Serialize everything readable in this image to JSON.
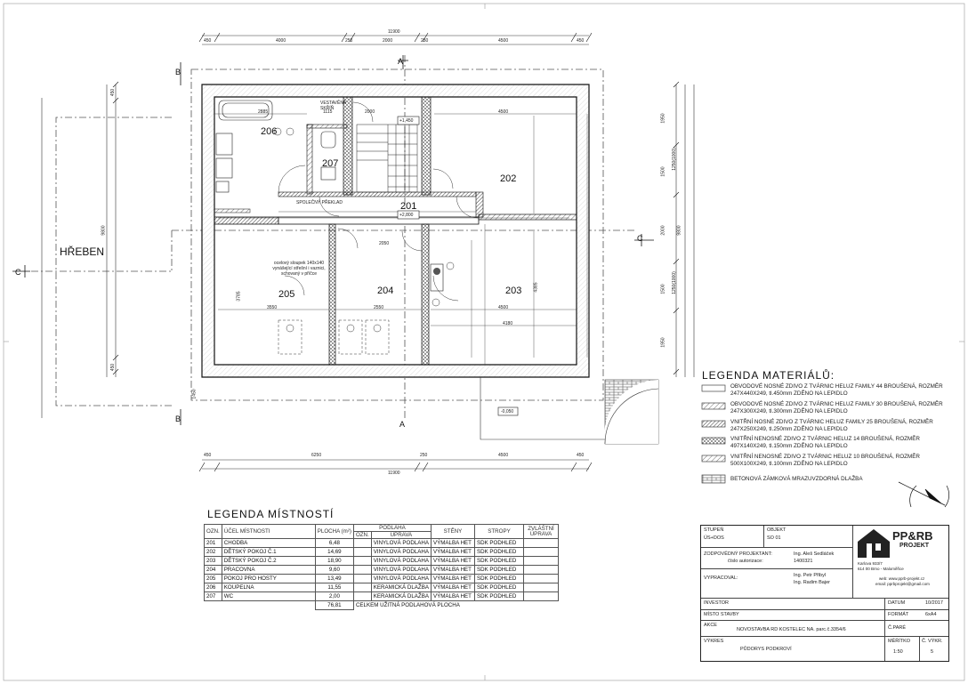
{
  "plan": {
    "ridge_label": "HŘEBEN",
    "section_marks": [
      "A",
      "A",
      "B",
      "B",
      "C",
      "C"
    ],
    "rooms": [
      {
        "num": "201"
      },
      {
        "num": "202"
      },
      {
        "num": "203"
      },
      {
        "num": "204"
      },
      {
        "num": "205"
      },
      {
        "num": "206"
      },
      {
        "num": "207"
      }
    ],
    "levels": {
      "top": "+1,450",
      "main": "+2,800",
      "outside": "-0,050"
    },
    "top_dims": [
      "450",
      "4000",
      "250",
      "2000",
      "250",
      "4500",
      "450"
    ],
    "top_total": "11900",
    "bottom_dims": [
      "450",
      "6250",
      "250",
      "4500",
      "450"
    ],
    "bottom_total": "11900",
    "left_dims": [
      "450",
      "9800",
      "450"
    ],
    "right_dims": [
      "1950",
      "1500",
      "2000",
      "1500",
      "1950"
    ],
    "right_sub": [
      "1250(1000)",
      "1250(1000)"
    ],
    "right_total": "9800",
    "interior_dims": [
      "2885",
      "1115",
      "2000",
      "4500",
      "3550",
      "2550",
      "4500",
      "4180",
      "4385",
      "3785",
      "2050",
      "1450"
    ],
    "notes": {
      "vestavena_skrin": "VESTAVĚNÁ SKŘÍŇ",
      "spolecny_preklad": "SPOLEČNÝ PŘEKLAD",
      "sloupek": "ocelový sloupek 140x140 vynášející střešní i vaznici, schovaný v příčce"
    }
  },
  "materials_legend": {
    "title": "LEGENDA MATERIÁLŮ:",
    "items": [
      {
        "text": "OBVODOVÉ NOSNÉ ZDIVO Z TVÁRNIC HELUZ FAMILY 44 BROUŠENÁ, ROZMĚR 247X440X249, tl.450mm ZDĚNO NA LEPIDLO",
        "pattern": "plain"
      },
      {
        "text": "OBVODOVÉ NOSNÉ ZDIVO Z TVÁRNIC HELUZ FAMILY 30 BROUŠENÁ, ROZMĚR 247X300X249, tl.300mm ZDĚNO NA LEPIDLO",
        "pattern": "hatch-light"
      },
      {
        "text": "VNITŘNÍ NOSNÉ ZDIVO Z TVÁRNIC HELUZ FAMILY 25 BROUŠENÁ, ROZMĚR 247X250X249, tl.250mm ZDĚNO NA LEPIDLO",
        "pattern": "hatch-dense"
      },
      {
        "text": "VNITŘNÍ NENOSNÉ ZDIVO Z TVÁRNIC HELUZ 14 BROUŠENÁ, ROZMĚR 497X140X249, tl.150mm ZDĚNO NA LEPIDLO",
        "pattern": "cross"
      },
      {
        "text": "VNITŘNÍ NENOSNÉ ZDIVO Z TVÁRNIC HELUZ 10 BROUŠENÁ, ROZMĚR 500X100X249, tl.100mm ZDĚNO NA LEPIDLO",
        "pattern": "hatch-light"
      },
      {
        "text": "BETONOVÁ ZÁMKOVÁ MRAZUVZDORNÁ DLAŽBA",
        "pattern": "brick"
      }
    ]
  },
  "rooms_legend": {
    "title": "LEGENDA MÍSTNOSTÍ",
    "headers": {
      "num": "OZN.",
      "purpose": "ÚČEL MÍSTNOSTI",
      "area": "PLOCHA (m²)",
      "floor": "PODLAHA",
      "floor_num": "OZN.",
      "floor_finish": "ÚPRAVA",
      "walls": "STĚNY",
      "ceilings": "STROPY",
      "special": "ZVLÁŠTNÍ ÚPRAVA"
    },
    "rows": [
      {
        "num": "201",
        "purpose": "CHODBA",
        "area": "6,48",
        "floor": "VINYLOVÁ PODLAHA",
        "walls": "VÝMALBA HET",
        "ceiling": "SDK PODHLED"
      },
      {
        "num": "202",
        "purpose": "DĚTSKÝ POKOJ Č.1",
        "area": "14,69",
        "floor": "VINYLOVÁ PODLAHA",
        "walls": "VÝMALBA HET",
        "ceiling": "SDK PODHLED"
      },
      {
        "num": "203",
        "purpose": "DĚTSKÝ POKOJ Č.2",
        "area": "18,90",
        "floor": "VINYLOVÁ PODLAHA",
        "walls": "VÝMALBA HET",
        "ceiling": "SDK PODHLED"
      },
      {
        "num": "204",
        "purpose": "PRACOVNA",
        "area": "9,60",
        "floor": "VINYLOVÁ PODLAHA",
        "walls": "VÝMALBA HET",
        "ceiling": "SDK PODHLED"
      },
      {
        "num": "205",
        "purpose": "POKOJ PRO HOSTY",
        "area": "13,49",
        "floor": "VINYLOVÁ PODLAHA",
        "walls": "VÝMALBA HET",
        "ceiling": "SDK PODHLED"
      },
      {
        "num": "206",
        "purpose": "KOUPELNA",
        "area": "11,55",
        "floor": "KERAMICKÁ DLAŽBA",
        "walls": "VÝMALBA HET",
        "ceiling": "SDK PODHLED"
      },
      {
        "num": "207",
        "purpose": "WC",
        "area": "2,00",
        "floor": "KERAMICKÁ DLAŽBA",
        "walls": "VÝMALBA HET",
        "ceiling": "SDK PODHLED"
      }
    ],
    "total_value": "76,81",
    "total_label": "CELKEM UŽITNÁ PODLAHOVÁ PLOCHA"
  },
  "title_block": {
    "stupen_label": "STUPEŇ",
    "stupen_value": "ÚS+DOS",
    "objekt_label": "OBJEKT",
    "objekt_value": "SO 01",
    "zodpovedny_label": "ZODPOVĚDNÝ PROJEKTANT:",
    "zodpovedny_value": "Ing. Aleš Sedláček",
    "autorizace_label": "číslo autorizace:",
    "autorizace_value": "1400321",
    "vypracoval_label": "VYPRACOVAL:",
    "vypracoval_1": "Ing. Petr Přibyl",
    "vypracoval_2": "Ing. Radim Bajer",
    "logo_text": "PP&RB",
    "logo_sub": "PROJEKT",
    "address_1": "Karlova 933/7",
    "address_2": "614 00 Brno - Maloměřice",
    "web": "web: www.pprb-projekt.cz",
    "email": "email: pprbprojekt@gmail.com",
    "investor_label": "INVESTOR",
    "misto_label": "MÍSTO STAVBY",
    "akce_label": "AKCE",
    "akce_value": "NOVOSTAVBA RD KOSTELEC NA. parc.č.3354/6",
    "vykres_label": "VÝKRES",
    "vykres_value": "PŮDORYS PODKROVÍ",
    "datum_label": "DATUM",
    "datum_value": "10/2017",
    "format_label": "FORMÁT",
    "format_value": "6xA4",
    "pare_label": "Č.PARÉ",
    "meritko_label": "MĚŘÍTKO",
    "meritko_value": "1:50",
    "cvykr_label": "Č. VÝKR.",
    "cvykr_value": "5"
  }
}
